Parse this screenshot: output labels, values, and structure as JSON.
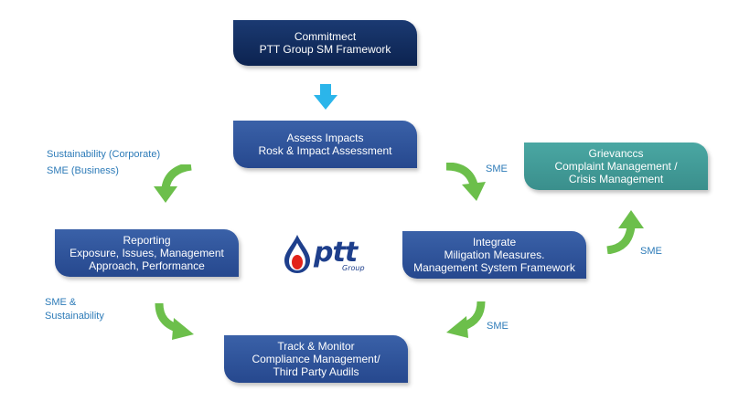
{
  "boxes": {
    "commitment": {
      "line1": "Commitmect",
      "line2": "PTT Group SM Framework"
    },
    "assess": {
      "line1": "Assess Impacts",
      "line2": "Rosk & Impact Assessment"
    },
    "reporting": {
      "line1": "Reporting",
      "line2": "Exposure, Issues, Management",
      "line3": "Approach, Performance"
    },
    "integrate": {
      "line1": "Integrate",
      "line2": "Miligation Measures.",
      "line3": "Management System Framework"
    },
    "grievance": {
      "line1": "Grievanccs",
      "line2": "Complaint Management /",
      "line3": "Crisis Management"
    },
    "track": {
      "line1": "Track & Monitor",
      "line2": "Compliance Management/",
      "line3": "Third Party Audils"
    }
  },
  "labels": {
    "sust_corp": "Sustainability (Corporate)",
    "sme_business": "SME (Business)",
    "sme_right": "SME",
    "sme_grievance": "SME",
    "sme_sust_1": "SME &",
    "sme_sust_2": "Sustainability",
    "sme_bottom": "SME"
  },
  "logo": {
    "brand": "ptt",
    "sub": "Group"
  },
  "colors": {
    "dark_box": "#0c2350",
    "blue_box": "#26488e",
    "teal_box": "#3a8f8c",
    "green_arrow": "#6cbf4b",
    "cyan_arrow": "#2bb5ea",
    "label_text": "#2d7bb8"
  },
  "icons": {
    "down_arrow": "cyan-down-arrow-icon",
    "curved_arrow": "green-curved-arrow-icon",
    "logo_drop": "ptt-flame-drop-icon"
  }
}
